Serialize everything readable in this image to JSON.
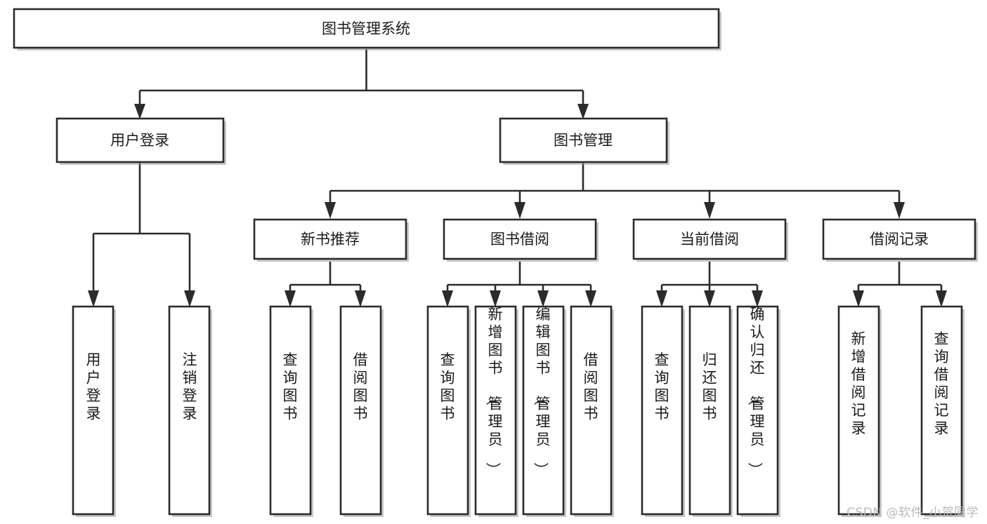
{
  "diagram": {
    "title": "图书管理系统",
    "type": "tree",
    "root": {
      "id": "root",
      "label": "图书管理系统",
      "orientation": "horizontal"
    },
    "level2": [
      {
        "id": "user-login",
        "label": "用户登录",
        "orientation": "horizontal"
      },
      {
        "id": "book-manage",
        "label": "图书管理",
        "orientation": "horizontal"
      }
    ],
    "level3": [
      {
        "id": "new-book-recommend",
        "label": "新书推荐",
        "orientation": "horizontal",
        "parent": "book-manage"
      },
      {
        "id": "book-borrow",
        "label": "图书借阅",
        "orientation": "horizontal",
        "parent": "book-manage"
      },
      {
        "id": "current-borrow",
        "label": "当前借阅",
        "orientation": "horizontal",
        "parent": "book-manage"
      },
      {
        "id": "borrow-record",
        "label": "借阅记录",
        "orientation": "horizontal",
        "parent": "book-manage"
      }
    ],
    "leaves": {
      "user-login": [
        {
          "id": "leaf-user-login",
          "label": "用户登录",
          "orientation": "vertical"
        },
        {
          "id": "leaf-logout",
          "label": "注销登录",
          "orientation": "vertical"
        }
      ],
      "new-book-recommend": [
        {
          "id": "leaf-query-book-1",
          "label": "查询图书",
          "orientation": "vertical"
        },
        {
          "id": "leaf-borrow-book-1",
          "label": "借阅图书",
          "orientation": "vertical"
        }
      ],
      "book-borrow": [
        {
          "id": "leaf-query-book-2",
          "label": "查询图书",
          "orientation": "vertical"
        },
        {
          "id": "leaf-add-book",
          "label": "新增图书（管理员）",
          "orientation": "vertical"
        },
        {
          "id": "leaf-edit-book",
          "label": "编辑图书（管理员）",
          "orientation": "vertical"
        },
        {
          "id": "leaf-borrow-book-2",
          "label": "借阅图书",
          "orientation": "vertical"
        }
      ],
      "current-borrow": [
        {
          "id": "leaf-query-book-3",
          "label": "查询图书",
          "orientation": "vertical"
        },
        {
          "id": "leaf-return-book",
          "label": "归还图书",
          "orientation": "vertical"
        },
        {
          "id": "leaf-confirm-return",
          "label": "确认归还（管理员）",
          "orientation": "vertical"
        }
      ],
      "borrow-record": [
        {
          "id": "leaf-add-record",
          "label": "新增借阅记录",
          "orientation": "vertical"
        },
        {
          "id": "leaf-query-record",
          "label": "查询借阅记录",
          "orientation": "vertical"
        }
      ]
    }
  },
  "watermark": {
    "text": "CSDN @软件_小贺同学"
  },
  "colors": {
    "box_stroke": "#2b2b2b",
    "box_fill": "#ffffff",
    "connector": "#2b2b2b",
    "text": "#1a1a1a",
    "watermark": "#b9b9b9",
    "background": "#ffffff"
  }
}
